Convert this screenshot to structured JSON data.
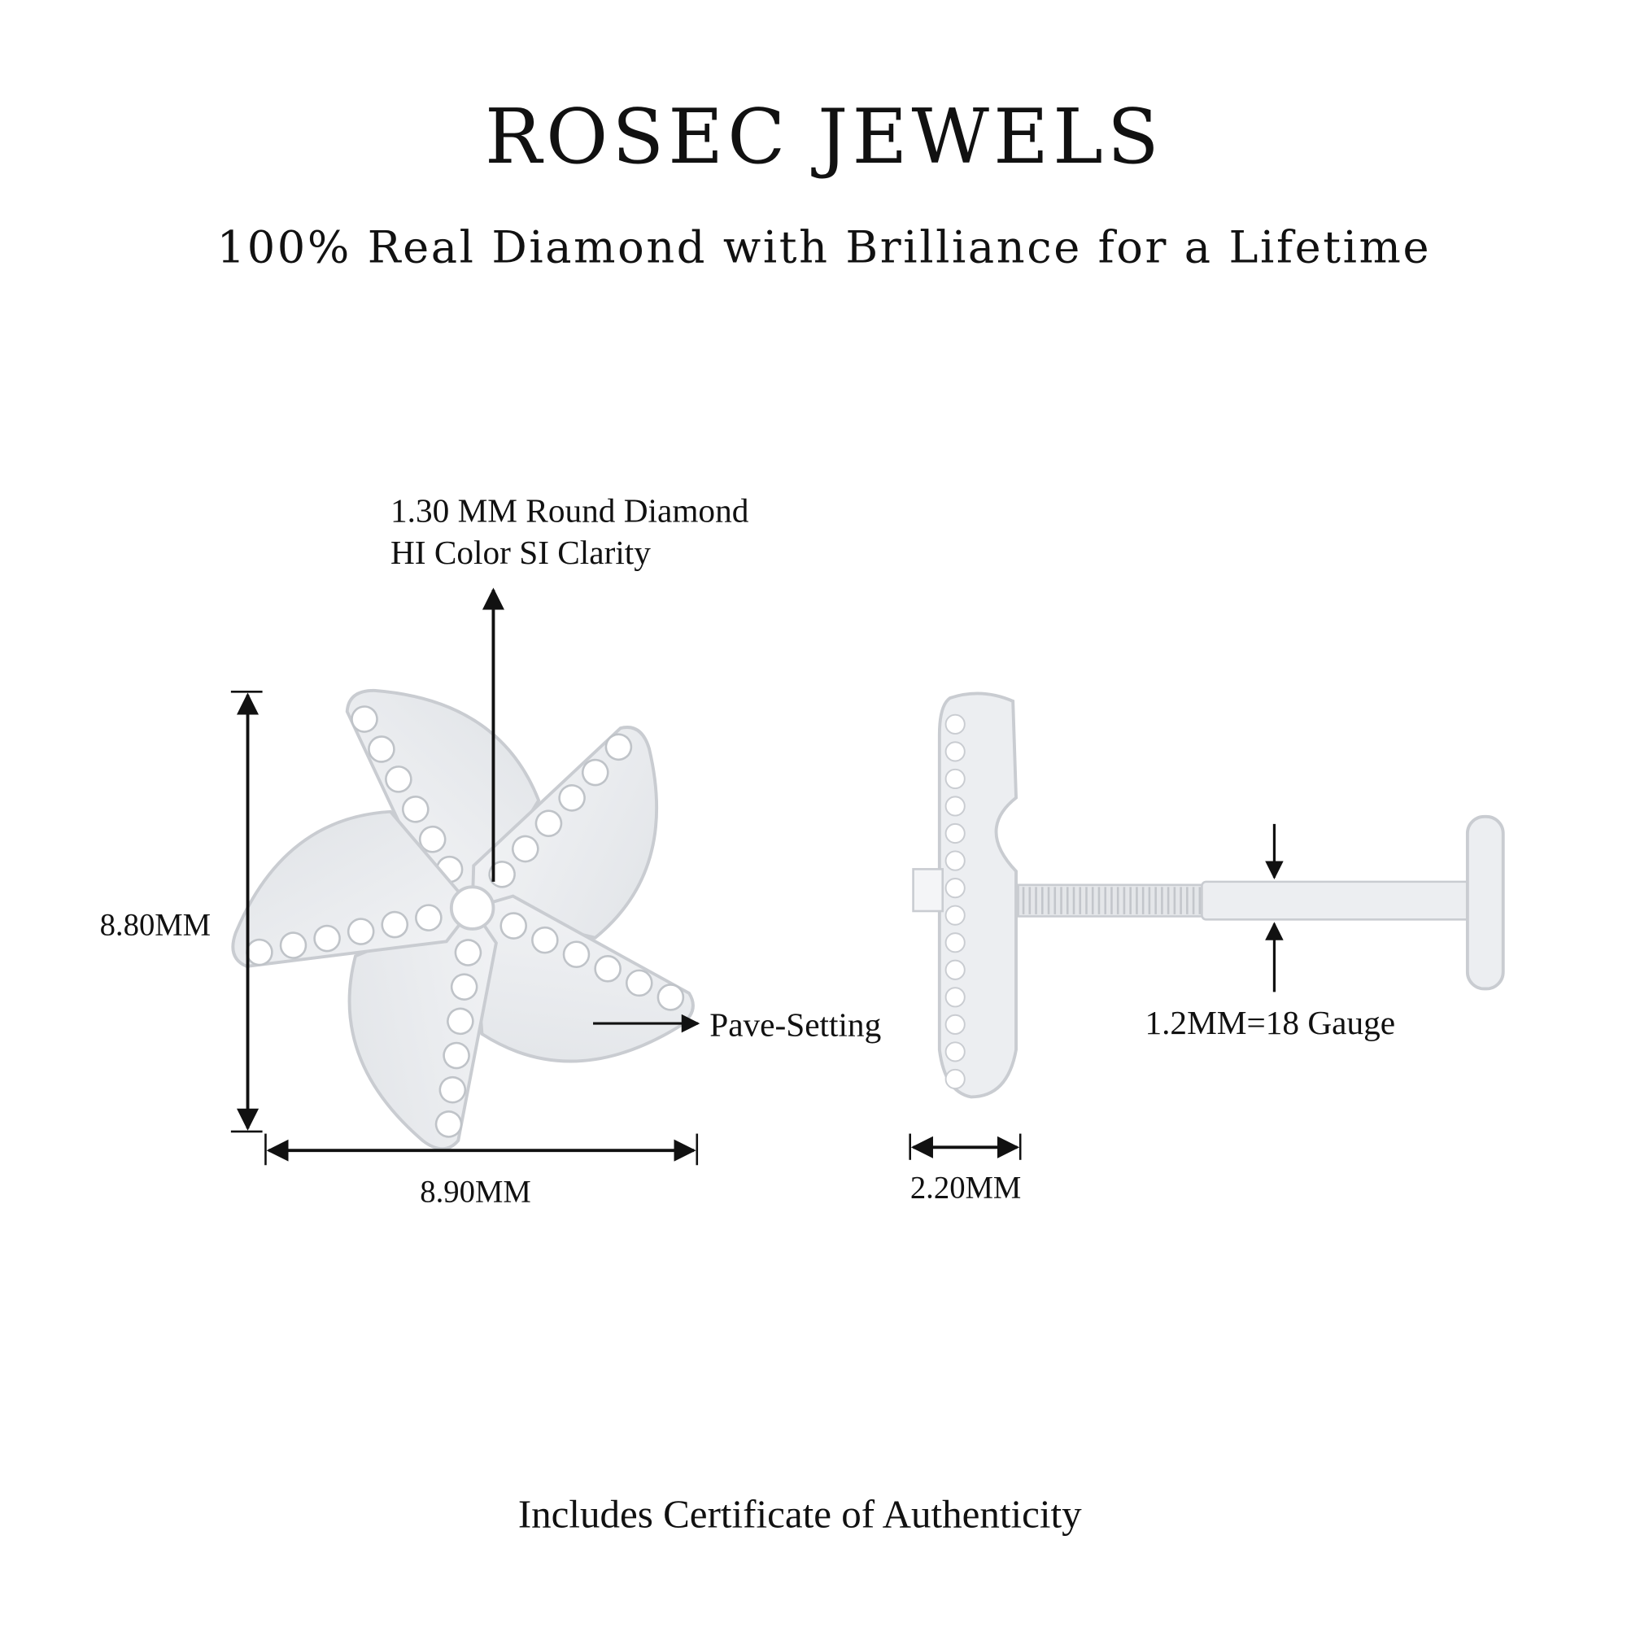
{
  "brand": "ROSEC JEWELS",
  "tagline": "100% Real Diamond with Brilliance for a Lifetime",
  "annotations": {
    "diamond_line1": "1.30 MM Round Diamond",
    "diamond_line2": "HI Color SI Clarity",
    "height": "8.80MM",
    "width": "8.90MM",
    "setting": "Pave-Setting",
    "depth": "2.20MM",
    "gauge": "1.2MM=18 Gauge"
  },
  "footer": "Includes Certificate of Authenticity",
  "colors": {
    "metal": "#e9ebee",
    "metal_edge": "#c9ccd1",
    "ink": "#111111"
  }
}
